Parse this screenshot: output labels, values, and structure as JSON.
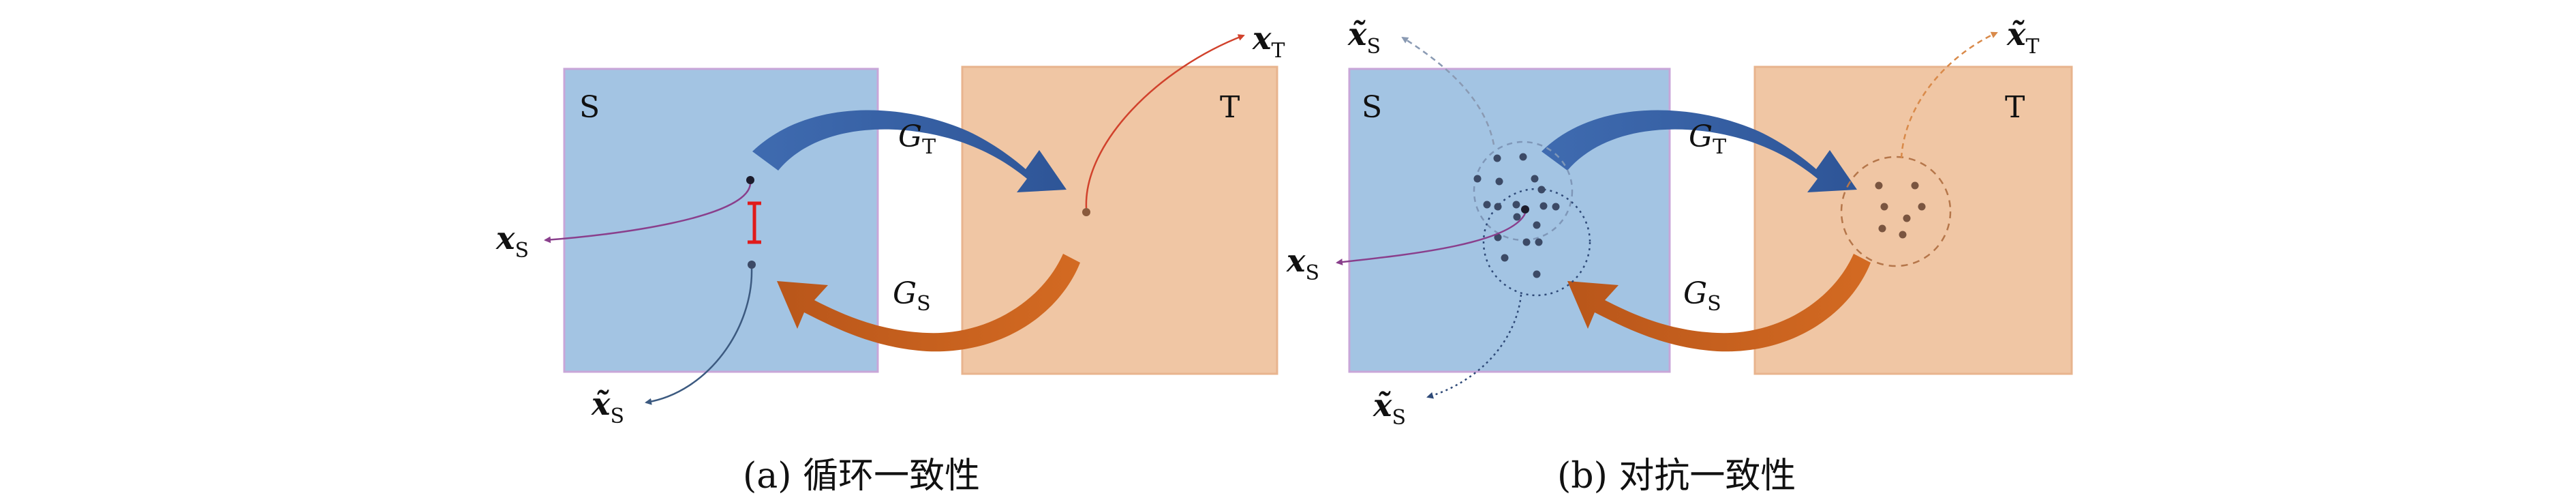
{
  "colors": {
    "source_domain": "#a3c4e3",
    "source_border": "#c8a6d8",
    "target_domain": "#f0c6a4",
    "target_border": "#e8b48e",
    "forward_arrow": "#3b64a8",
    "backward_arrow": "#c8621f",
    "point_dark": "#3c4a66",
    "point_target": "#7a5540",
    "leader_purple": "#8a3f8c",
    "leader_red": "#d1422c",
    "leader_blue": "#3c5a80",
    "error_bar": "#e01b1b"
  },
  "panel_a": {
    "domain_s": "S",
    "domain_t": "T",
    "gen_forward": {
      "base": "G",
      "sub": "T"
    },
    "gen_backward": {
      "base": "G",
      "sub": "S"
    },
    "x_s": {
      "base": "x",
      "sub": "S"
    },
    "x_t": {
      "base": "x",
      "sub": "T"
    },
    "x_s_tilde": {
      "base": "x̃",
      "sub": "S"
    },
    "caption": "(a) 循环一致性"
  },
  "panel_b": {
    "domain_s": "S",
    "domain_t": "T",
    "gen_forward": {
      "base": "G",
      "sub": "T"
    },
    "gen_backward": {
      "base": "G",
      "sub": "S"
    },
    "x_s": {
      "base": "x",
      "sub": "S"
    },
    "x_s_tilde_top": {
      "base": "x̃",
      "sub": "S"
    },
    "x_s_tilde_bottom": {
      "base": "x̃",
      "sub": "S"
    },
    "x_t_tilde": {
      "base": "x̃",
      "sub": "T"
    },
    "caption": "(b) 对抗一致性"
  }
}
